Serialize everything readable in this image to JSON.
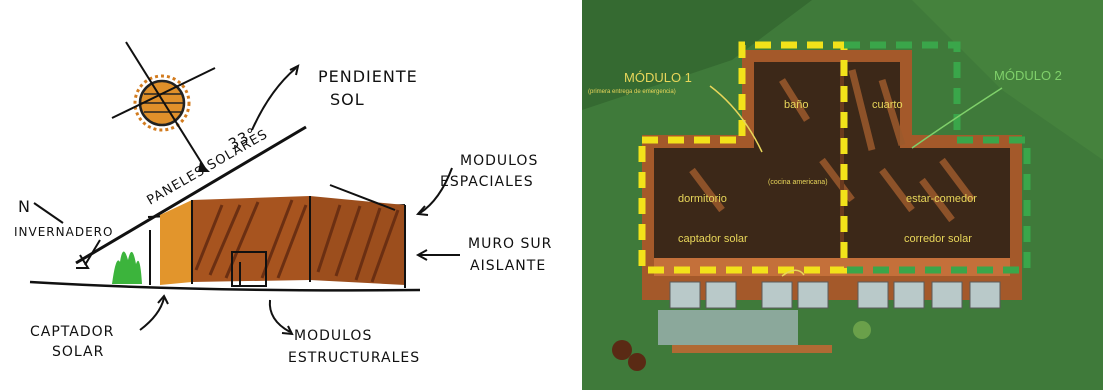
{
  "sketch": {
    "labels": {
      "pendiente": "PENDIENTE",
      "sol": "SOL",
      "angle": "33°",
      "paneles": "PANELES SOLARES",
      "modulos_esp_1": "MODULOS",
      "modulos_esp_2": "ESPACIALES",
      "north": "N",
      "invernadero": "INVERNADERO",
      "muro_1": "MURO SUR",
      "muro_2": "AISLANTE",
      "captador_1": "CAPTADOR",
      "captador_2": "SOLAR",
      "modulos_est_1": "MODULOS",
      "modulos_est_2": "ESTRUCTURALES"
    }
  },
  "plan": {
    "labels": {
      "modulo1": "MÓDULO 1",
      "modulo1_sub": "(primera entrega de emergencia)",
      "modulo2": "MÓDULO 2",
      "bano": "baño",
      "cuarto": "cuarto",
      "cocina": "(cocina americana)",
      "dormitorio": "dormitorio",
      "estar": "estar-comedor",
      "captador": "captador solar",
      "corredor": "corredor solar"
    },
    "colors": {
      "module1_outline": "#f2e21a",
      "module2_outline": "#3aa64a",
      "grass": "#3f7a3a"
    }
  }
}
